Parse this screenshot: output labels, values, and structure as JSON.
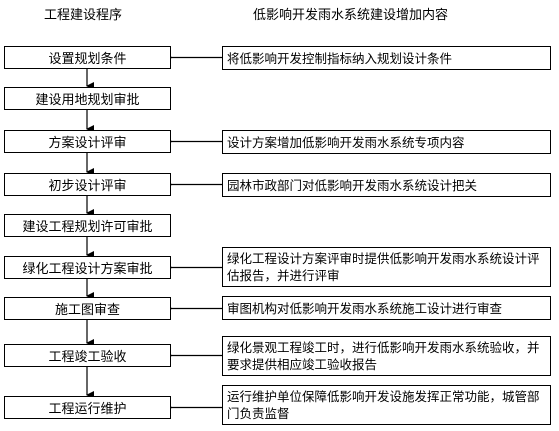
{
  "headers": {
    "left": "工程建设程序",
    "right": "低影响开发雨水系统建设增加内容"
  },
  "steps": [
    "设置规划条件",
    "建设用地规划审批",
    "方案设计评审",
    "初步设计评审",
    "建设工程规划许可审批",
    "绿化工程设计方案审批",
    "施工图审查",
    "工程竣工验收",
    "工程运行维护"
  ],
  "notes": {
    "0": "将低影响开发控制指标纳入规划设计条件",
    "2": "设计方案增加低影响开发雨水系统专项内容",
    "3": "园林市政部门对低影响开发雨水系统设计把关",
    "5": "绿化工程设计方案评审时提供低影响开发雨水系统设计评估报告，并进行评审",
    "6": "审图机构对低影响开发雨水系统施工设计进行审查",
    "7": "绿化景观工程竣工时，进行低影响开发雨水系统验收，并要求提供相应竣工验收报告",
    "8": "运行维护单位保障低影响开发设施发挥正常功能，城管部门负责监督"
  }
}
